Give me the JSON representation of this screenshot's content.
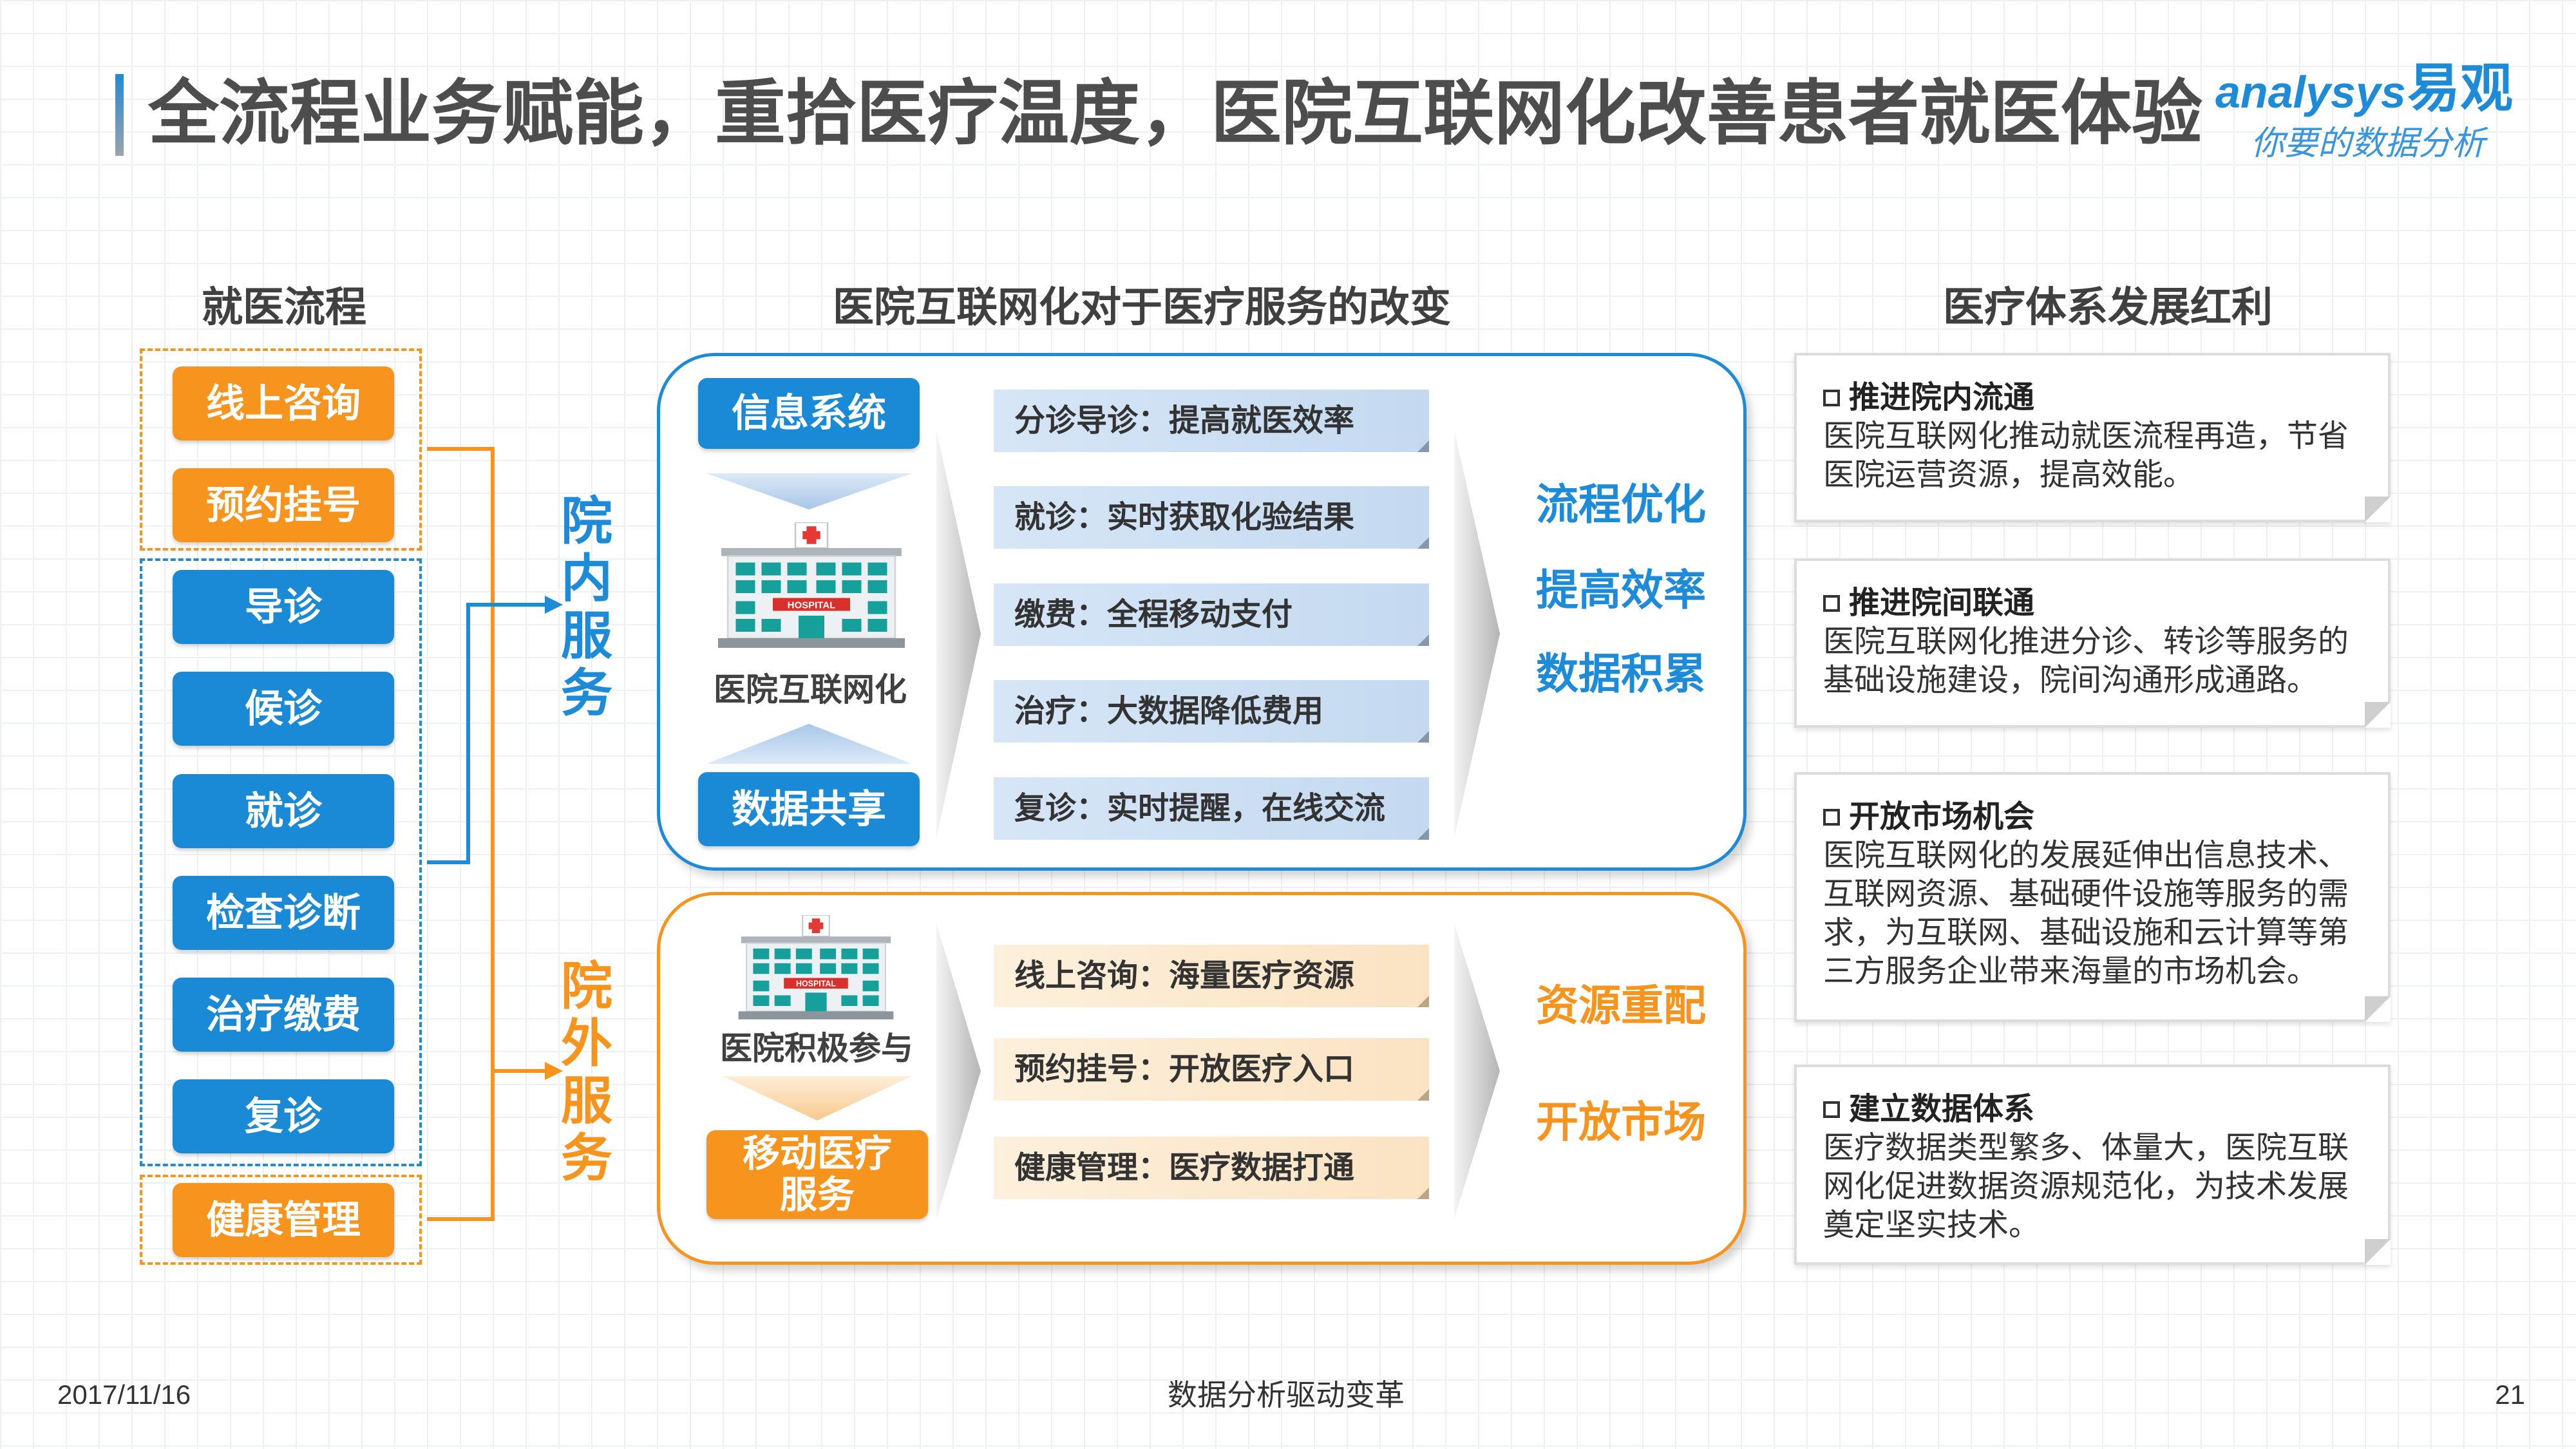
{
  "header": {
    "title": "全流程业务赋能，重拾医疗温度，医院互联网化改善患者就医体验",
    "logo": {
      "brand": "analysys",
      "brand_cn": "易观",
      "tagline": "你要的数据分析"
    }
  },
  "columns": {
    "process": "就医流程",
    "changes": "医院互联网化对于医疗服务的改变",
    "benefits": "医疗体系发展红利"
  },
  "process_steps": {
    "online": [
      "线上咨询",
      "预约挂号"
    ],
    "in_hospital": [
      "导诊",
      "候诊",
      "就诊",
      "检查诊断",
      "治疗缴费",
      "复诊"
    ],
    "after": [
      "健康管理"
    ]
  },
  "service_groups": {
    "inside": "院内服务",
    "outside": "院外服务"
  },
  "inside_panel": {
    "top_button": "信息系统",
    "icon_caption": "医院互联网化",
    "bottom_button": "数据共享",
    "items": [
      "分诊导诊：提高就医效率",
      "就诊：实时获取化验结果",
      "缴费：全程移动支付",
      "治疗：大数据降低费用",
      "复诊：实时提醒，在线交流"
    ],
    "outcomes": [
      "流程优化",
      "提高效率",
      "数据积累"
    ]
  },
  "outside_panel": {
    "icon_caption": "医院积极参与",
    "button": "移动医疗服务",
    "items": [
      "线上咨询：海量医疗资源",
      "预约挂号：开放医疗入口",
      "健康管理：医疗数据打通"
    ],
    "outcomes": [
      "资源重配",
      "开放市场"
    ]
  },
  "benefits": [
    {
      "title": "推进院内流通",
      "lines": [
        "医院互联网化推动就医流程再造，节省",
        "医院运营资源，提高效能。"
      ]
    },
    {
      "title": "推进院间联通",
      "lines": [
        "医院互联网化推进分诊、转诊等服务的",
        "基础设施建设，院间沟通形成通路。"
      ]
    },
    {
      "title": "开放市场机会",
      "lines": [
        "医院互联网化的发展延伸出信息技术、",
        "互联网资源、基础硬件设施等服务的需",
        "求，为互联网、基础设施和云计算等第",
        "三方服务企业带来海量的市场机会。"
      ]
    },
    {
      "title": "建立数据体系",
      "lines": [
        "医疗数据类型繁多、体量大，医院互联",
        "网化促进数据资源规范化，为技术发展",
        "奠定坚实技术。"
      ]
    }
  ],
  "footer": {
    "date": "2017/11/16",
    "tagline": "数据分析驱动变革",
    "page": "21"
  },
  "icons": {
    "hospital": "hospital-icon",
    "hospital_sign": "HOSPITAL",
    "bullet": "checkbox-square-icon",
    "flow_arrow": "chevron-right-icon"
  },
  "colors": {
    "primary_blue": "#1E8BD8",
    "accent_orange": "#F7941D",
    "title_gray": "#4D4D4D",
    "label_blue": "#CBDFF3",
    "label_orange": "#FDE9CE"
  }
}
